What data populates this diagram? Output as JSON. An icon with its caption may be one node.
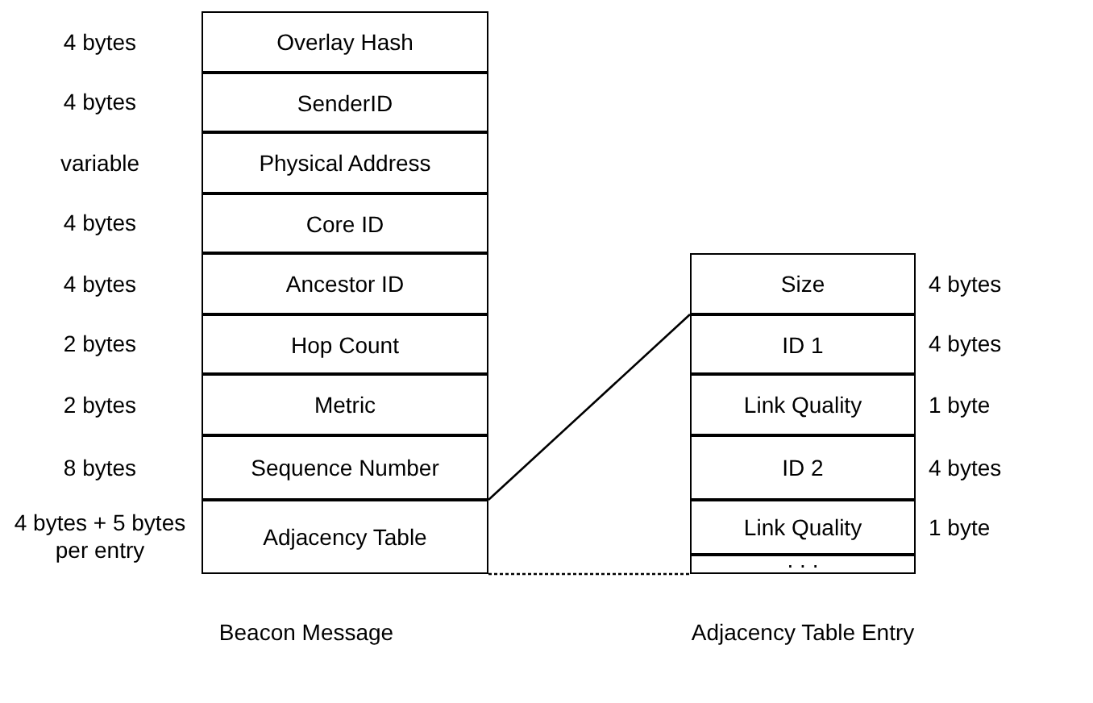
{
  "diagram": {
    "nodes": [
      {
        "text": [
          "Overlay Hash"
        ],
        "beside": [
          "4 bytes"
        ]
      },
      {
        "text": [
          "SenderID"
        ],
        "beside": [
          "4 bytes"
        ]
      },
      {
        "text": [
          "Physical Address"
        ],
        "beside": [
          "variable"
        ]
      },
      {
        "text": [
          "Core ID"
        ],
        "beside": [
          "4 bytes"
        ]
      },
      {
        "text": [
          "Ancestor ID"
        ],
        "beside": [
          "4 bytes"
        ]
      },
      {
        "text": [
          "Hop Count"
        ],
        "beside": [
          "2 bytes"
        ]
      },
      {
        "text": [
          "Metric"
        ],
        "beside": [
          "2 bytes"
        ]
      },
      {
        "text": [
          "Sequence Number"
        ],
        "beside": [
          "8 bytes"
        ]
      },
      {
        "text": [
          "Adjacency Table"
        ],
        "beside": [
          "4 bytes + 5 bytes per entry"
        ]
      },
      {
        "text": [
          "Size"
        ],
        "beside": [
          "4 bytes"
        ]
      },
      {
        "text": [
          "ID 1"
        ],
        "beside": [
          "4 bytes"
        ]
      },
      {
        "text": [
          "Link Quality"
        ],
        "beside": [
          "1 byte"
        ]
      },
      {
        "text": [
          "ID 2"
        ],
        "beside": [
          "4 bytes"
        ]
      },
      {
        "text": [
          "Link Quality"
        ],
        "beside": [
          "1 byte"
        ]
      },
      {
        "text": [
          ". . ."
        ]
      }
    ],
    "edges": [
      {
        "from": 8,
        "to": 10,
        "arrow": "none"
      },
      {
        "from": 8,
        "to": 14,
        "arrow": "none",
        "style": "dashed"
      }
    ],
    "labels": [
      "Beacon Message",
      "Adjacency Table Entry"
    ]
  }
}
